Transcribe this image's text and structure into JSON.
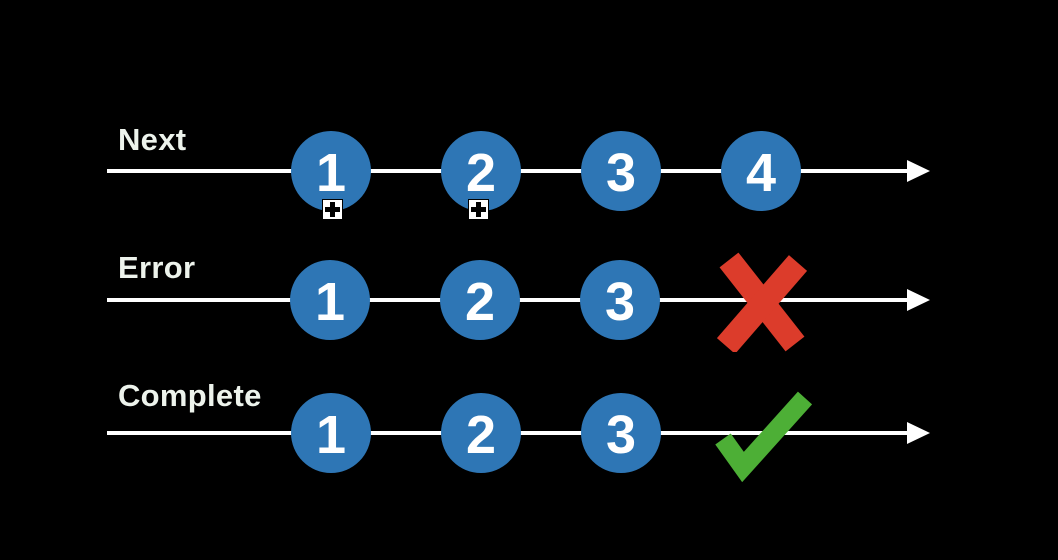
{
  "diagram": {
    "colors": {
      "background": "#000000",
      "line": "#FFFFFF",
      "label": "#EDF3EC",
      "circle": "#2E76B5",
      "circle_text": "#FFFFFF",
      "error_x": "#DC3C2B",
      "complete_check": "#4DAF36",
      "plus_box_bg": "#FFFFFF",
      "plus_box_fg": "#000000"
    },
    "rows": [
      {
        "label": "Next",
        "events": [
          {
            "value": "1",
            "plus_marker": true
          },
          {
            "value": "2",
            "plus_marker": true
          },
          {
            "value": "3",
            "plus_marker": false
          },
          {
            "value": "4",
            "plus_marker": false
          }
        ],
        "terminal": "arrow"
      },
      {
        "label": "Error",
        "events": [
          {
            "value": "1",
            "plus_marker": false
          },
          {
            "value": "2",
            "plus_marker": false
          },
          {
            "value": "3",
            "plus_marker": false
          }
        ],
        "terminal": "error-x"
      },
      {
        "label": "Complete",
        "events": [
          {
            "value": "1",
            "plus_marker": false
          },
          {
            "value": "2",
            "plus_marker": false
          },
          {
            "value": "3",
            "plus_marker": false
          }
        ],
        "terminal": "complete-check"
      }
    ]
  }
}
